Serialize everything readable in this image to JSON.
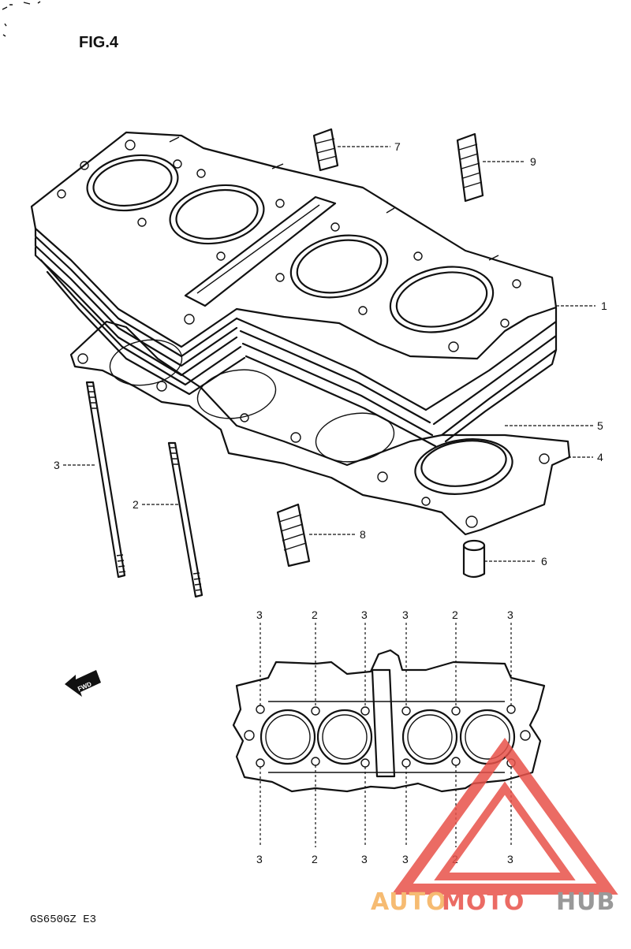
{
  "figure_title": "FIG.4",
  "model_code": "GS650GZ  E3",
  "fwd_label": "FWD",
  "callouts": {
    "cylinder": "1",
    "stud_short": "2",
    "stud_long": "3",
    "gasket": "4",
    "o_ring": "5",
    "dowel": "6",
    "seal_small": "7",
    "seal_medium": "8",
    "seal_large": "9"
  },
  "stud_positions_top": [
    "3",
    "2",
    "3",
    "3",
    "2",
    "3"
  ],
  "stud_positions_bottom": [
    "3",
    "2",
    "3",
    "3",
    "2",
    "3"
  ],
  "watermark": {
    "part1": "AUTO",
    "part2": "MOTO",
    "part3": "HUB",
    "color_orange": "#f5b05a",
    "color_red": "#e8524a",
    "color_gray": "#888888"
  }
}
